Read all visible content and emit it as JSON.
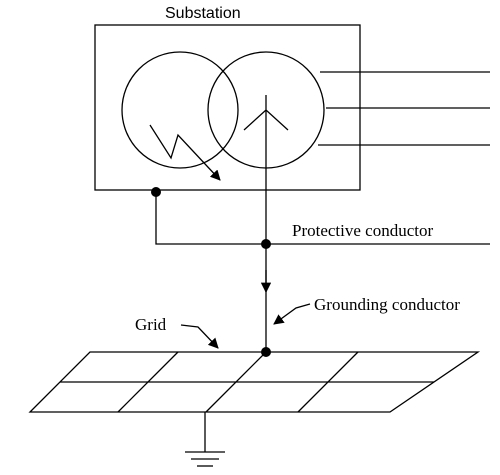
{
  "labels": {
    "substation": "Substation",
    "protective_conductor": "Protective conductor",
    "grounding_conductor": "Grounding conductor",
    "grid": "Grid"
  }
}
